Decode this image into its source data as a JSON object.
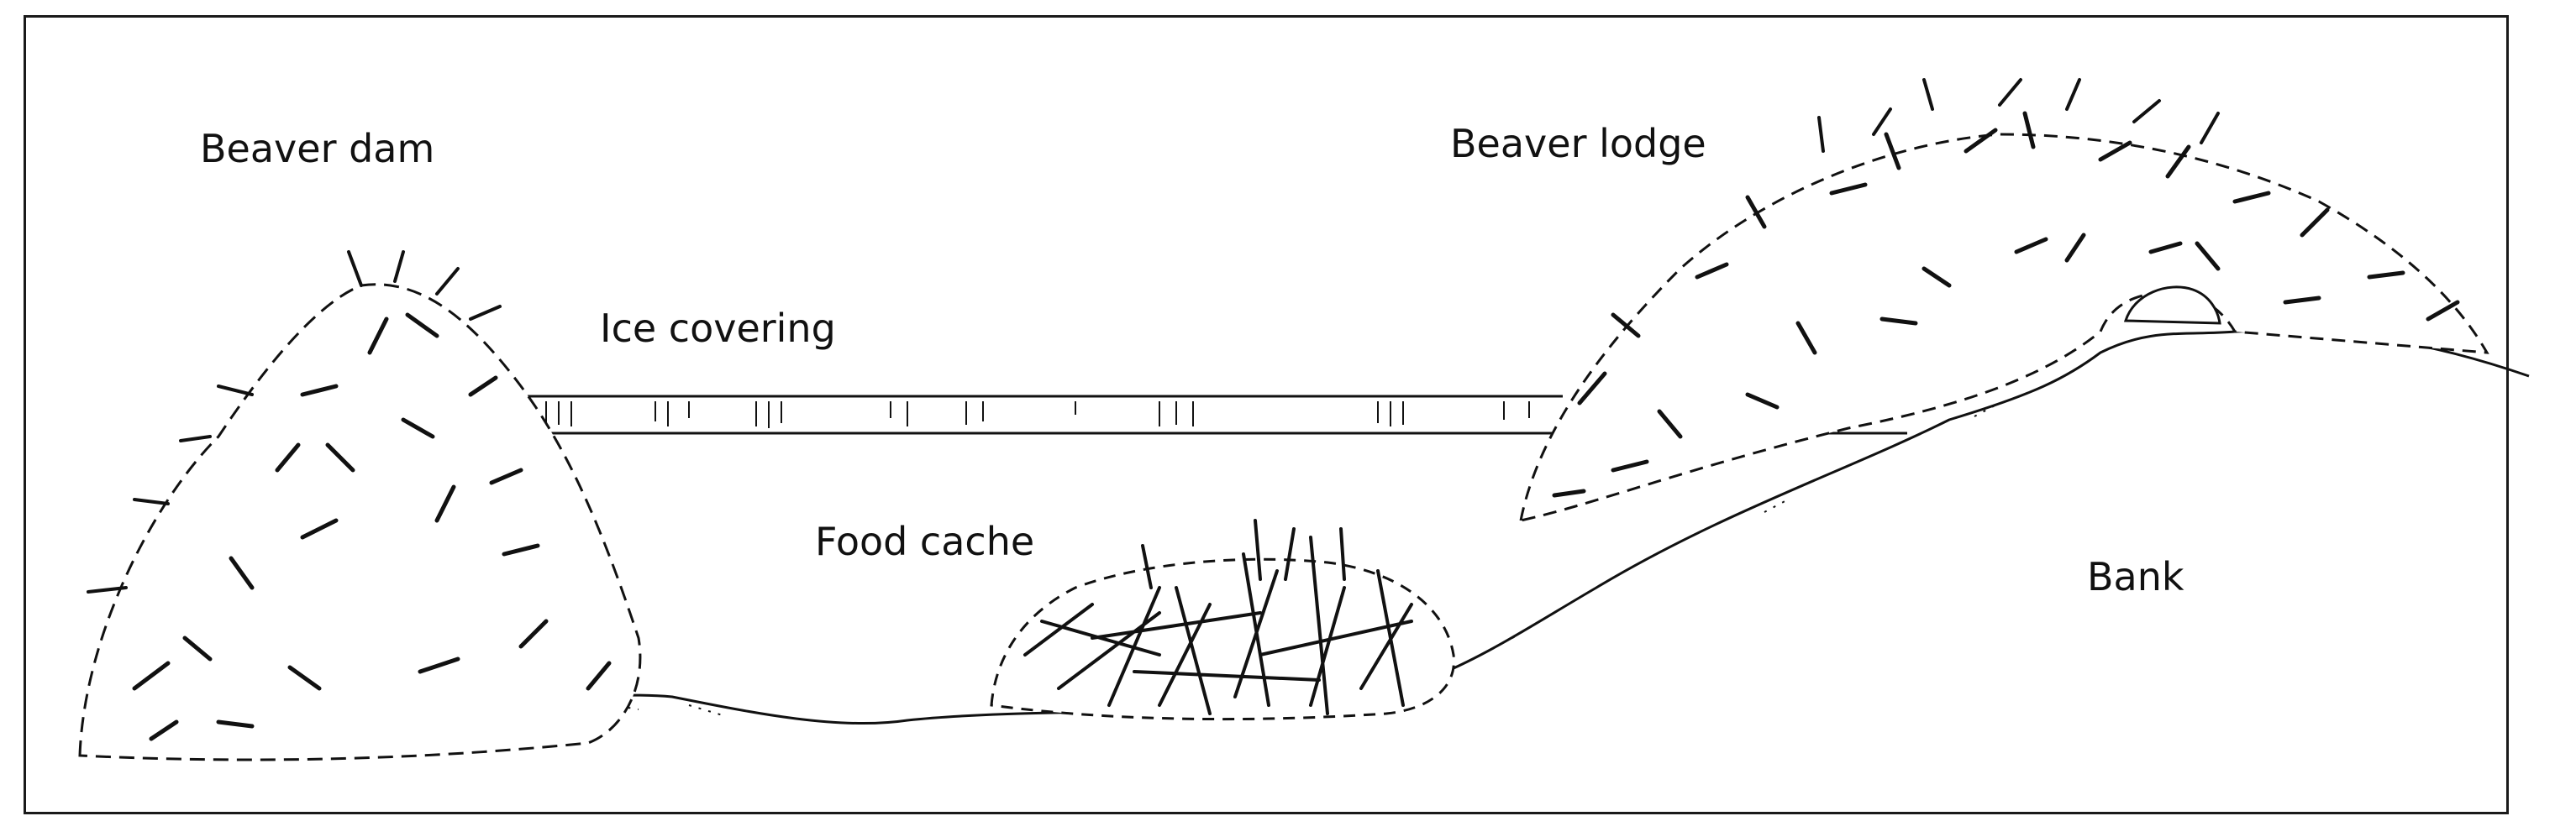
{
  "labels": {
    "beaver_dam": "Beaver dam",
    "beaver_lodge": "Beaver lodge",
    "ice_covering": "Ice covering",
    "food_cache": "Food cache",
    "bank": "Bank"
  },
  "colors": {
    "ink": "#111111",
    "background": "#ffffff"
  }
}
